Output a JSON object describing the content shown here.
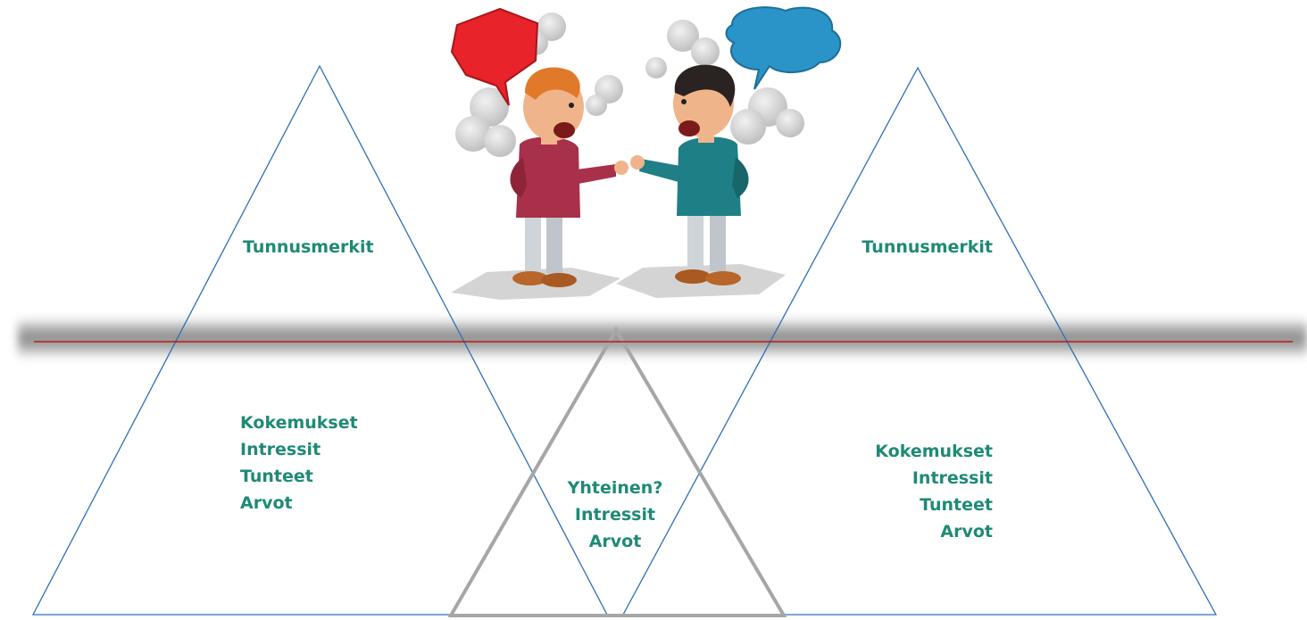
{
  "left_iceberg": {
    "top_label": "Tunnusmerkit",
    "bottom_labels": [
      "Kokemukset",
      "Intressit",
      "Tunteet",
      "Arvot"
    ]
  },
  "right_iceberg": {
    "top_label": "Tunnusmerkit",
    "bottom_labels": [
      "Kokemukset",
      "Intressit",
      "Tunteet",
      "Arvot"
    ]
  },
  "shared_triangle": {
    "labels": [
      "Yhteinen?",
      "Intressit",
      "Arvot"
    ]
  },
  "illustration": {
    "left_bubble_color": "#e8232a",
    "right_bubble_color": "#2a94c8",
    "left_jacket_color": "#a8304a",
    "right_jacket_color": "#1f7f86"
  },
  "colors": {
    "text": "#1e8a76",
    "iceberg_outline": "#2e6fb5",
    "shared_outline": "#a6a6a6",
    "waterline": "#c00000"
  }
}
